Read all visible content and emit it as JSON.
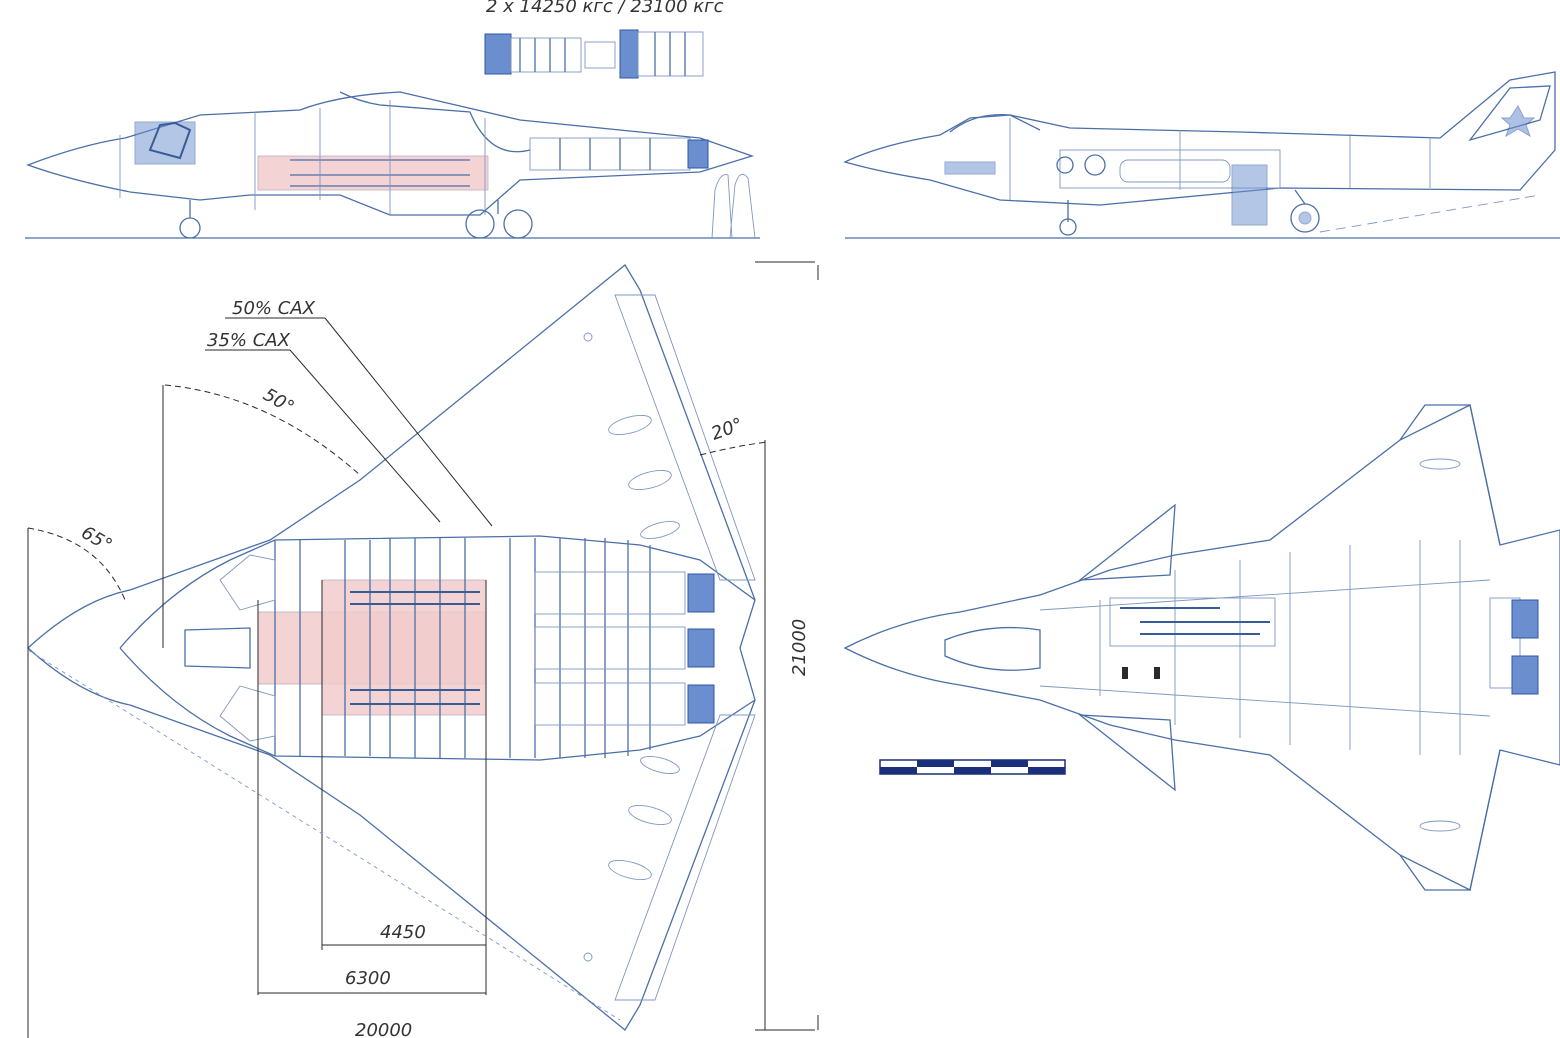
{
  "engine_label": "2 x 14250 кгс / 23100 кгс",
  "labels": {
    "mac_50": "50% САХ",
    "mac_35": "35% САХ",
    "angle_50": "50°",
    "angle_65": "65°",
    "angle_20": "20°",
    "dim_4450": "4450",
    "dim_6300": "6300",
    "dim_20000": "20000",
    "dim_21000": "21000"
  },
  "colors": {
    "line": "#4a6fa8",
    "accent": "#2d56a8",
    "bay": "#f2cccc"
  }
}
